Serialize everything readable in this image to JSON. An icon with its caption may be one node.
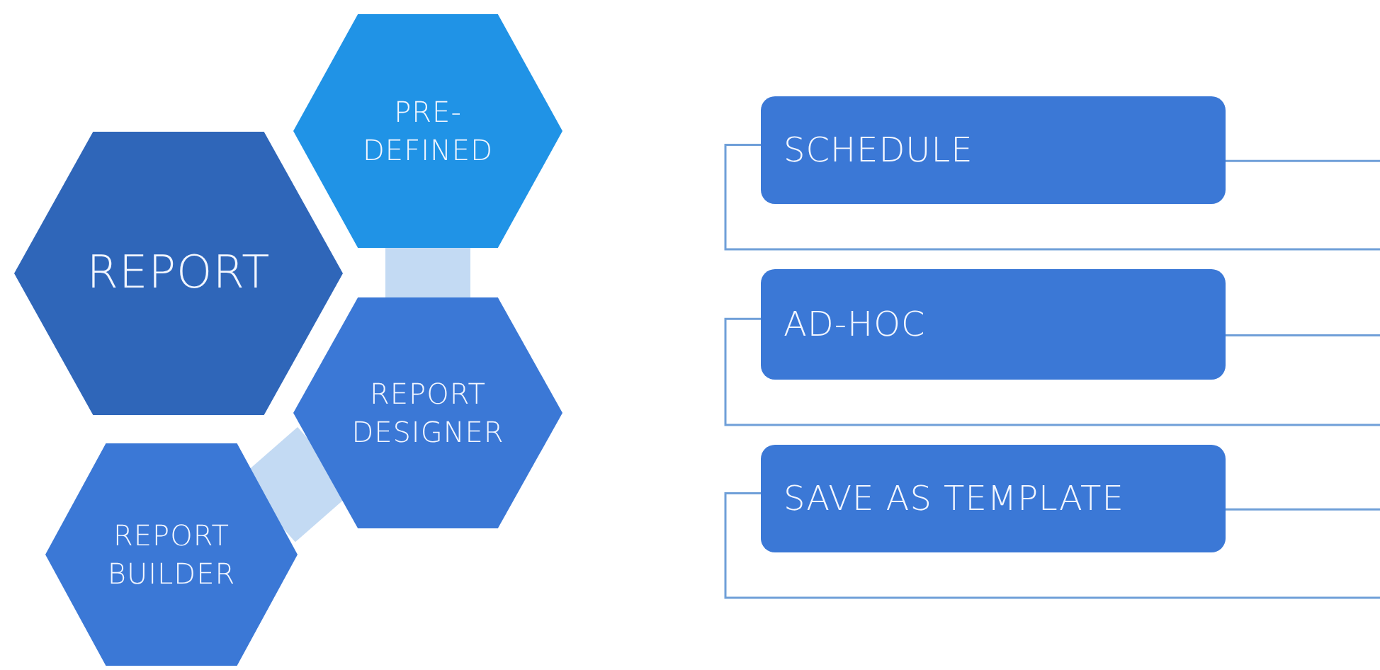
{
  "diagram": {
    "nodes": [
      {
        "text": [
          "PRE-DEFINED"
        ]
      },
      {
        "text": [
          "REPORT"
        ]
      },
      {
        "text": [
          "REPORT DESIGNER"
        ]
      },
      {
        "text": [
          "REPORT BUILDER"
        ]
      },
      {
        "text": [
          "SCHEDULE"
        ]
      },
      {
        "text": [
          "AD-HOC"
        ]
      },
      {
        "text": [
          "SAVE AS TEMPLATE"
        ]
      }
    ],
    "edges": [
      {
        "from": 0,
        "to": 2,
        "arrow": "none",
        "color": "#c3daf3"
      },
      {
        "from": 2,
        "to": 3,
        "arrow": "none",
        "color": "#c3daf3"
      }
    ]
  }
}
